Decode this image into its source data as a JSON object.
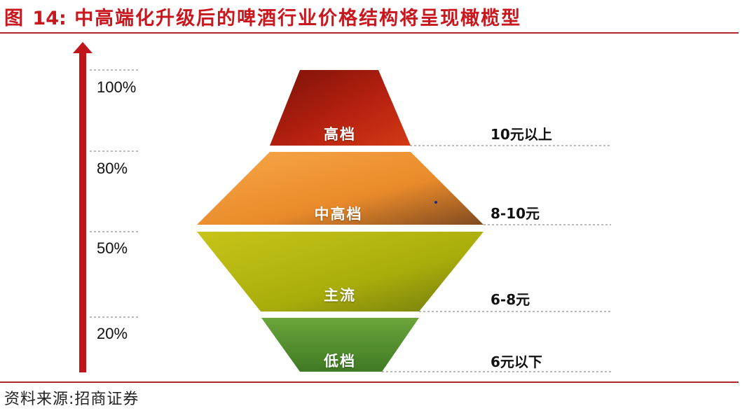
{
  "title": {
    "prefix": "图",
    "number": "14:",
    "text": "中高端化升级后的啤酒行业价格结构将呈现橄榄型"
  },
  "source": "资料来源:招商证券",
  "percent_ticks": [
    "100%",
    "80%",
    "50%",
    "20%"
  ],
  "tiers": [
    {
      "label": "高档",
      "price": "10元以上"
    },
    {
      "label": "中高档",
      "price": "8-10元"
    },
    {
      "label": "主流",
      "price": "6-8元"
    },
    {
      "label": "低档",
      "price": "6元以下"
    }
  ],
  "colors": {
    "title": "#c8171e",
    "arrow": "#c0161b",
    "tier_high": "#b01e10",
    "tier_midhigh": "#f09a3a",
    "tier_mainstream": "#b4b80a",
    "tier_low": "#6fa338"
  }
}
